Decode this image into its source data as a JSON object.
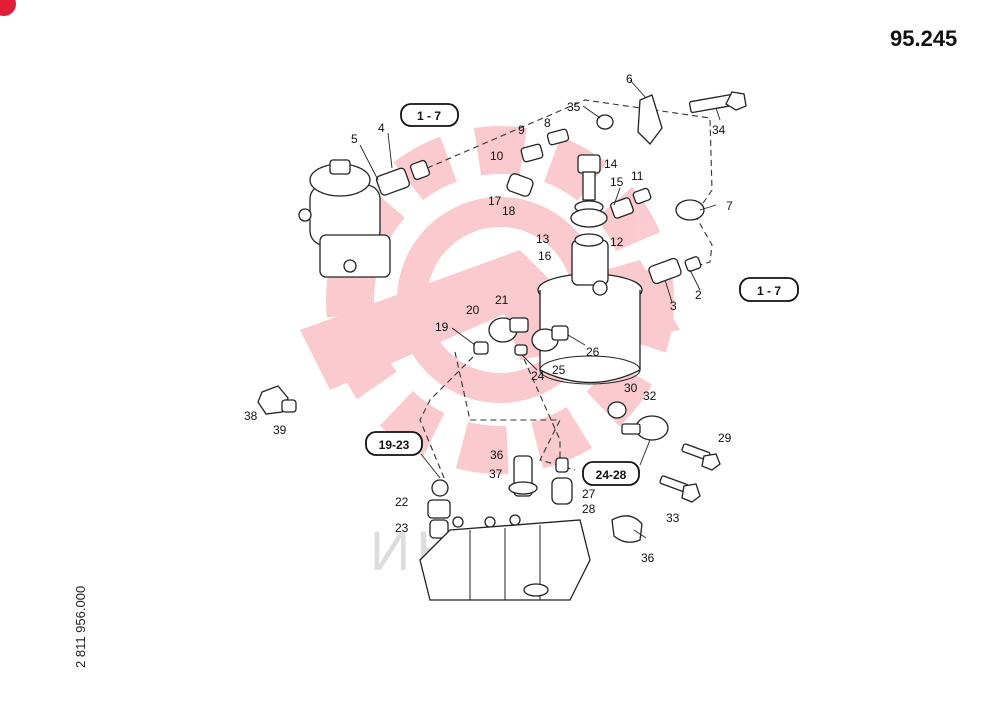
{
  "header": {
    "page_number": "95.245"
  },
  "footer": {
    "doc_code": "2 811 956.000"
  },
  "watermark": {
    "text": "ИНЛЕХ",
    "color": "#f07a86"
  },
  "ref_boxes": [
    "1 - 7",
    "1 - 7",
    "19-23",
    "24-28"
  ],
  "callouts": {
    "c1": "2",
    "c2": "3",
    "c3": "4",
    "c4": "5",
    "c5": "6",
    "c6": "7",
    "c7": "8",
    "c8": "9",
    "c9": "10",
    "c10": "11",
    "c11": "12",
    "c12": "13",
    "c13": "14",
    "c14": "15",
    "c15": "16",
    "c16": "17",
    "c17": "18",
    "c18": "19",
    "c19": "20",
    "c20": "21",
    "c21": "22",
    "c22": "23",
    "c23": "24",
    "c24": "25",
    "c25": "26",
    "c26": "27",
    "c27": "28",
    "c28": "29",
    "c29": "30",
    "c30": "32",
    "c31": "33",
    "c32": "34",
    "c33": "35",
    "c34": "36",
    "c35": "36",
    "c36": "37",
    "c37": "38",
    "c38": "39"
  }
}
